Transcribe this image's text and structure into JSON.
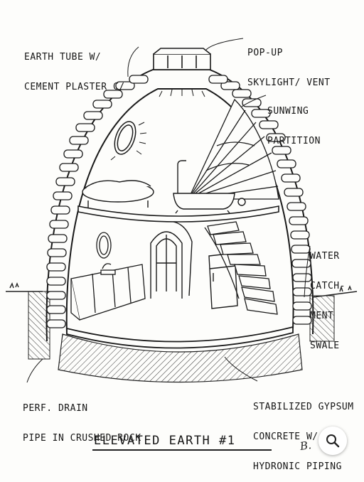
{
  "labels": {
    "earth_tube": [
      "EARTH TUBE W/",
      "CEMENT PLASTER C/"
    ],
    "skylight": [
      "POP-UP",
      "SKYLIGHT/ VENT"
    ],
    "sunwing": [
      "SUNWING",
      "PARTITION"
    ],
    "water": [
      "WATER",
      "CATCH-",
      "MENT",
      "SWALE"
    ],
    "drain": [
      "PERF. DRAIN",
      "PIPE IN CRUSHED ROCK"
    ],
    "gypsum": [
      "STABILIZED GYPSUM",
      "CONCRETE W/",
      "HYDRONIC PIPING"
    ]
  },
  "title": "ELEVATED EARTH #1",
  "signature": "B.",
  "zoom_icon": "zoom-search-icon"
}
